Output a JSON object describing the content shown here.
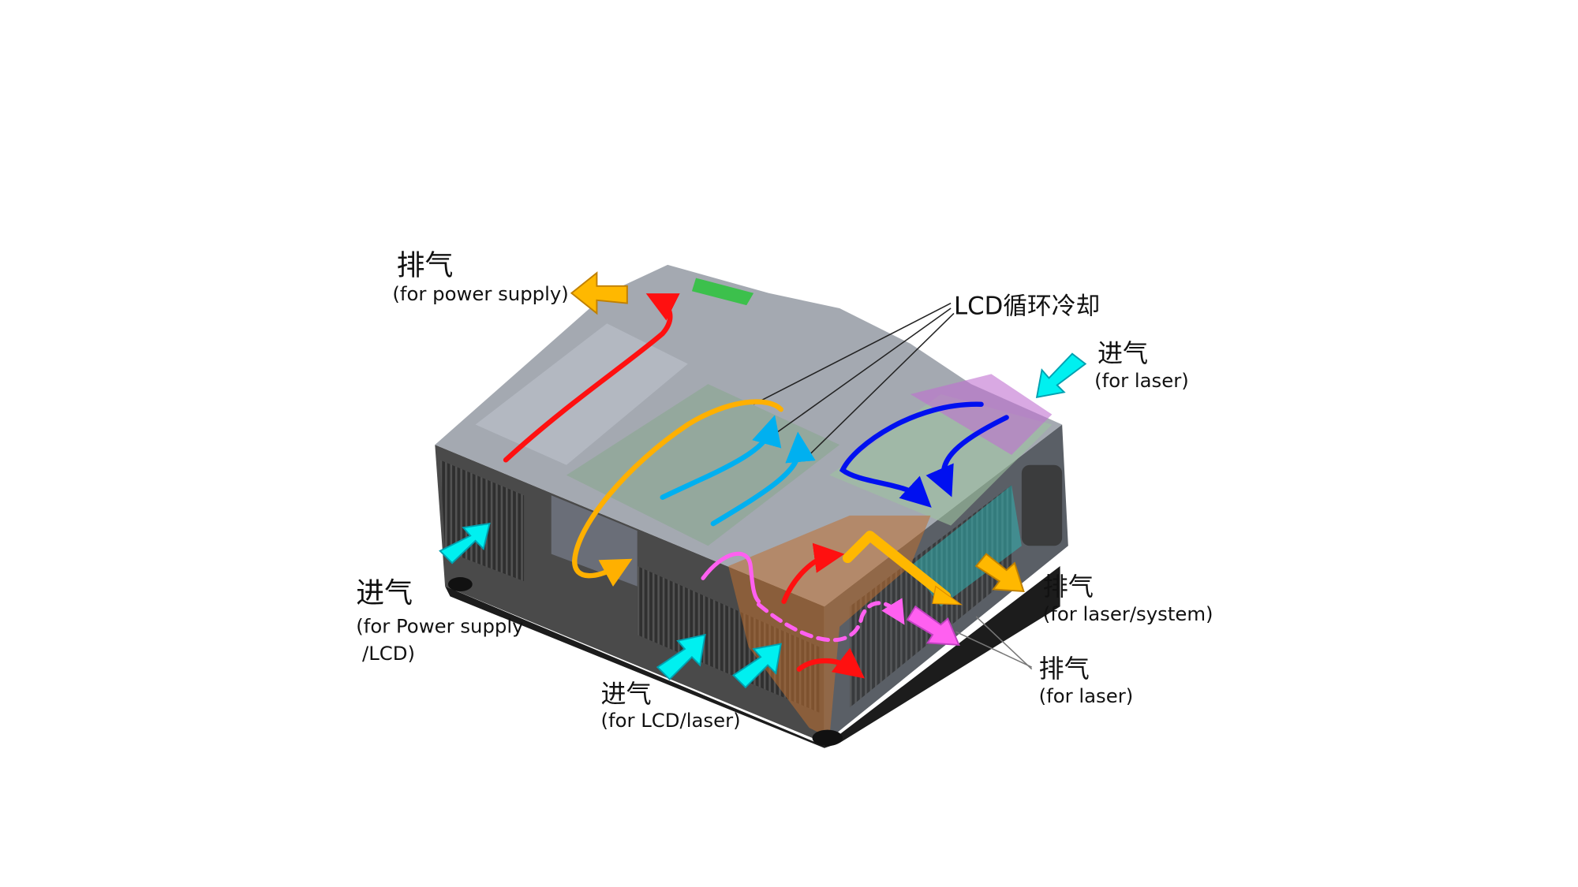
{
  "labels": {
    "exhaust_power": {
      "cn": "排气",
      "en": "(for power supply)"
    },
    "lcd_cooling": "LCD循环冷却",
    "intake_laser": {
      "cn": "进气",
      "en": "(for laser)"
    },
    "intake_power": {
      "cn": "进气",
      "en1": "(for Power supply",
      "en2": " /LCD)"
    },
    "intake_lcd_laser": {
      "cn": "进气",
      "en": "(for LCD/laser)"
    },
    "exhaust_laser_system": {
      "cn": "排气",
      "en": "(for laser/system)"
    },
    "exhaust_laser": {
      "cn": "排气",
      "en": "(for laser)"
    }
  },
  "colors": {
    "exhaust_arrow": "#ffb800",
    "intake_arrow": "#00f0f0",
    "power_flow": "#ff1010",
    "lcd_loop": "#ffb000",
    "lcd_flow": "#00b0f0",
    "laser_flow": "#0010f0",
    "laser_exhaust": "#ff60f0"
  }
}
